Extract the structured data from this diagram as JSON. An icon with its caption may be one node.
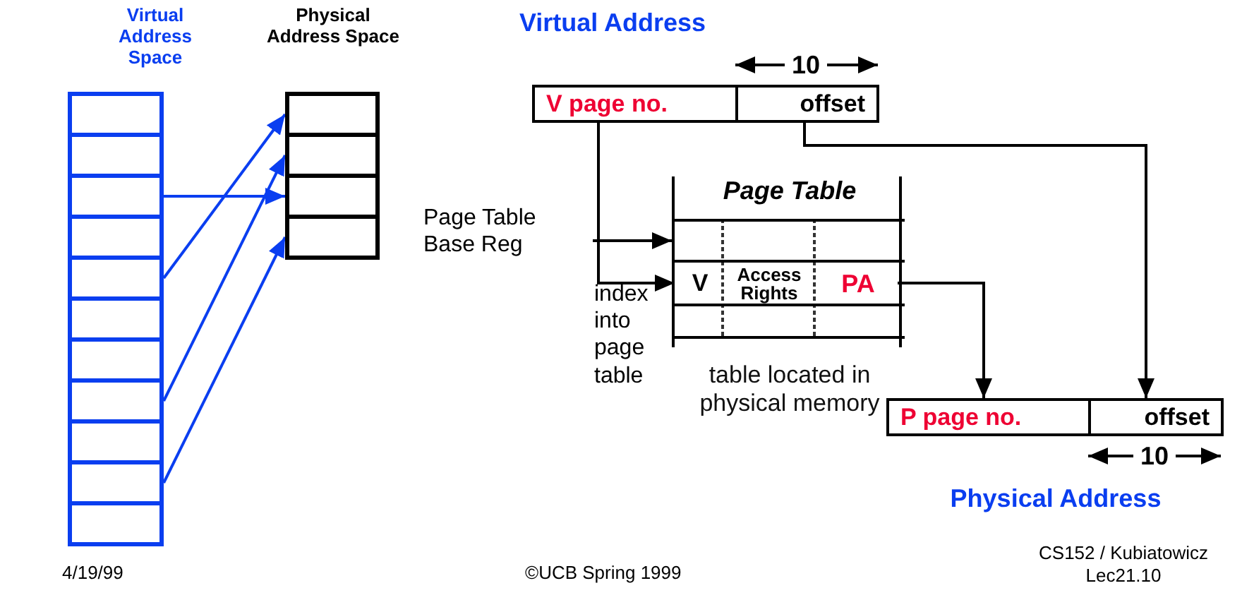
{
  "diagram": {
    "nodes": [
      {
        "text": [
          "Virtual Address Space"
        ]
      },
      {
        "text": [],
        "shape": "box",
        "in": 0
      },
      {
        "text": [],
        "shape": "box",
        "in": 0
      },
      {
        "text": [],
        "shape": "box",
        "in": 0
      },
      {
        "text": [],
        "shape": "box",
        "in": 0
      },
      {
        "text": [],
        "shape": "box",
        "in": 0
      },
      {
        "text": [],
        "shape": "box",
        "in": 0
      },
      {
        "text": [],
        "shape": "box",
        "in": 0
      },
      {
        "text": [],
        "shape": "box",
        "in": 0
      },
      {
        "text": [],
        "shape": "box",
        "in": 0
      },
      {
        "text": [],
        "shape": "box",
        "in": 0
      },
      {
        "text": [],
        "shape": "box",
        "in": 0
      },
      {
        "text": [
          "Physical Address Space"
        ]
      },
      {
        "text": [],
        "shape": "box",
        "in": 12
      },
      {
        "text": [],
        "shape": "box",
        "in": 12
      },
      {
        "text": [],
        "shape": "box",
        "in": 12
      },
      {
        "text": [],
        "shape": "box",
        "in": 12
      },
      {
        "text": [
          "Virtual Address"
        ]
      },
      {
        "text": [
          "V page no."
        ],
        "in": 17
      },
      {
        "text": [
          "offset"
        ],
        "in": 17
      },
      {
        "text": [
          "Page Table Base Reg"
        ]
      },
      {
        "text": [
          "Page Table"
        ],
        "beside": [
          "table located in physical memory"
        ]
      },
      {
        "text": [],
        "shape": "box",
        "in": 21
      },
      {
        "text": [
          "V"
        ],
        "in": 21
      },
      {
        "text": [
          "Access Rights"
        ],
        "in": 21
      },
      {
        "text": [
          "PA"
        ],
        "in": 21
      },
      {
        "text": [],
        "shape": "box",
        "in": 21
      },
      {
        "text": [
          "Physical Address"
        ]
      },
      {
        "text": [
          "P page no."
        ],
        "in": 27
      },
      {
        "text": [
          "offset"
        ],
        "in": 27
      }
    ],
    "edges": [
      {
        "from": 3,
        "to": 15,
        "arrow": "to",
        "color": "#0a3ef0"
      },
      {
        "from": 5,
        "to": 13,
        "arrow": "to",
        "color": "#0a3ef0"
      },
      {
        "from": 8,
        "to": 14,
        "arrow": "to",
        "color": "#0a3ef0"
      },
      {
        "from": 10,
        "to": 16,
        "arrow": "to",
        "color": "#0a3ef0"
      },
      {
        "from": 18,
        "to": 23,
        "arrow": "to",
        "color": "#000000"
      },
      {
        "from": 20,
        "to": 22,
        "arrow": "to",
        "color": "#000000"
      },
      {
        "from": 25,
        "to": 28,
        "arrow": "to",
        "color": "#000000"
      },
      {
        "from": 19,
        "to": 29,
        "arrow": "to",
        "color": "#000000"
      }
    ],
    "labels": [
      "10",
      "10",
      "index into page table",
      "4/19/99",
      "©UCB Spring 1999",
      "CS152 / Kubiatowicz Lec21.10"
    ]
  }
}
